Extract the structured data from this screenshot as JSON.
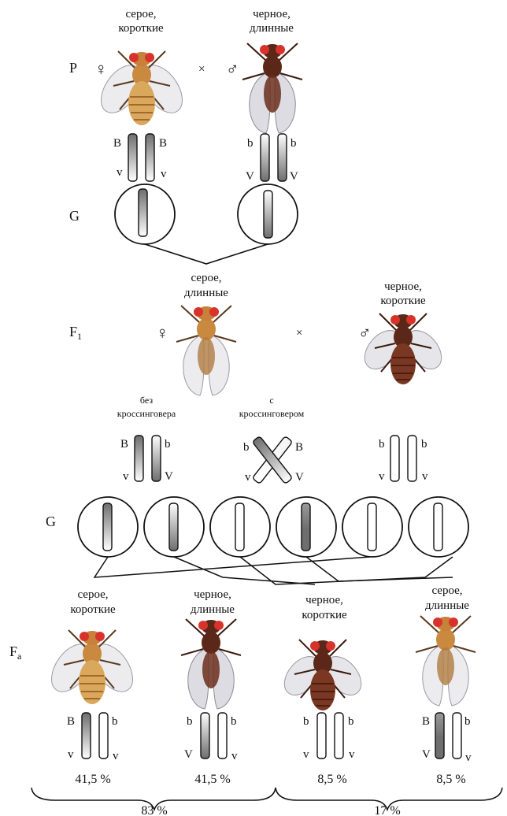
{
  "rows": {
    "p": "P",
    "g1": "G",
    "f1": "F",
    "f1_sub": "1",
    "g2": "G",
    "fa": "F",
    "fa_sub": "a"
  },
  "symbols": {
    "female": "♀",
    "male": "♂",
    "cross": "×"
  },
  "parents": {
    "female_phenotype": [
      "серое,",
      "короткие"
    ],
    "male_phenotype": [
      "черное,",
      "длинные"
    ]
  },
  "parent_alleles": {
    "female": {
      "top_left": "B",
      "top_right": "B",
      "bottom_left": "v",
      "bottom_right": "v"
    },
    "male": {
      "top_left": "b",
      "top_right": "b",
      "bottom_left": "V",
      "bottom_right": "V"
    }
  },
  "f1": {
    "female_phenotype": [
      "серое,",
      "длинные"
    ],
    "male_phenotype": [
      "черное,",
      "короткие"
    ]
  },
  "f1_genotypes": {
    "no_crossover": {
      "label": [
        "без",
        "кроссинговера"
      ],
      "top_left": "B",
      "top_right": "b",
      "bottom_left": "v",
      "bottom_right": "V"
    },
    "crossover": {
      "label": [
        "с",
        "кроссинговером"
      ],
      "top_left": "b",
      "top_right": "B",
      "bottom_left": "v",
      "bottom_right": "V"
    },
    "male": {
      "top_left": "b",
      "top_right": "b",
      "bottom_left": "v",
      "bottom_right": "v"
    }
  },
  "offspring": [
    {
      "phenotype": [
        "серое,",
        "короткие"
      ],
      "top_left": "B",
      "top_right": "b",
      "bottom_left": "v",
      "bottom_right": "v",
      "percent": "41,5 %",
      "body": "gray"
    },
    {
      "phenotype": [
        "черное,",
        "длинные"
      ],
      "top_left": "b",
      "top_right": "b",
      "bottom_left": "V",
      "bottom_right": "v",
      "percent": "41,5 %",
      "body": "black"
    },
    {
      "phenotype": [
        "черное,",
        "короткие"
      ],
      "top_left": "b",
      "top_right": "b",
      "bottom_left": "v",
      "bottom_right": "v",
      "percent": "8,5 %",
      "body": "black"
    },
    {
      "phenotype": [
        "серое,",
        "длинные"
      ],
      "top_left": "B",
      "top_right": "b",
      "bottom_left": "V",
      "bottom_right": "v",
      "percent": "8,5 %",
      "body": "gray"
    }
  ],
  "totals": {
    "noncrossover": "83 %",
    "crossover": "17 %"
  },
  "colors": {
    "gray_body": "#d9a85c",
    "black_body": "#6b2e1c",
    "eye": "#d8332a",
    "wing": "#e9e9ec",
    "chromosome_dark": "#7a7a7a"
  }
}
